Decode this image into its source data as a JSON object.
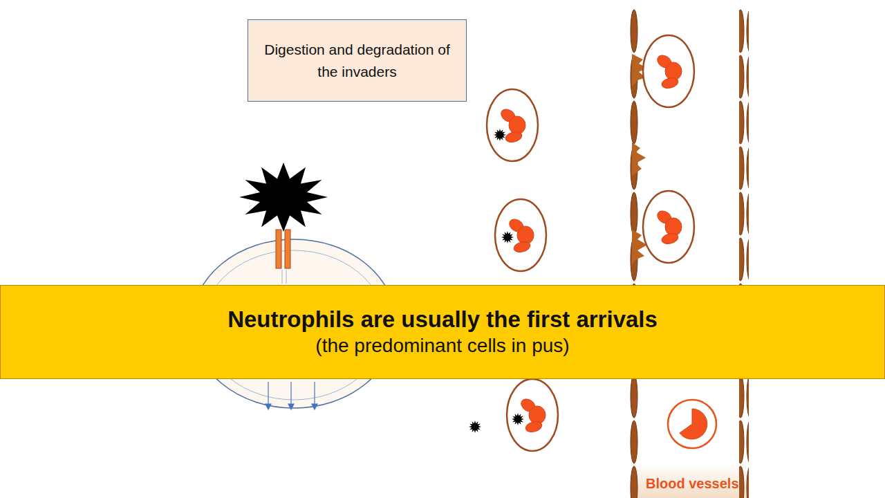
{
  "diagram": {
    "nodes": [
      {
        "text": [
          "Digestion and degradation of the invaders"
        ]
      },
      {
        "text": [
          "Neutrophils are usually the first arrivals",
          "(the predominant cells in pus)"
        ]
      }
    ],
    "labels": [
      "Blood vessels"
    ]
  }
}
